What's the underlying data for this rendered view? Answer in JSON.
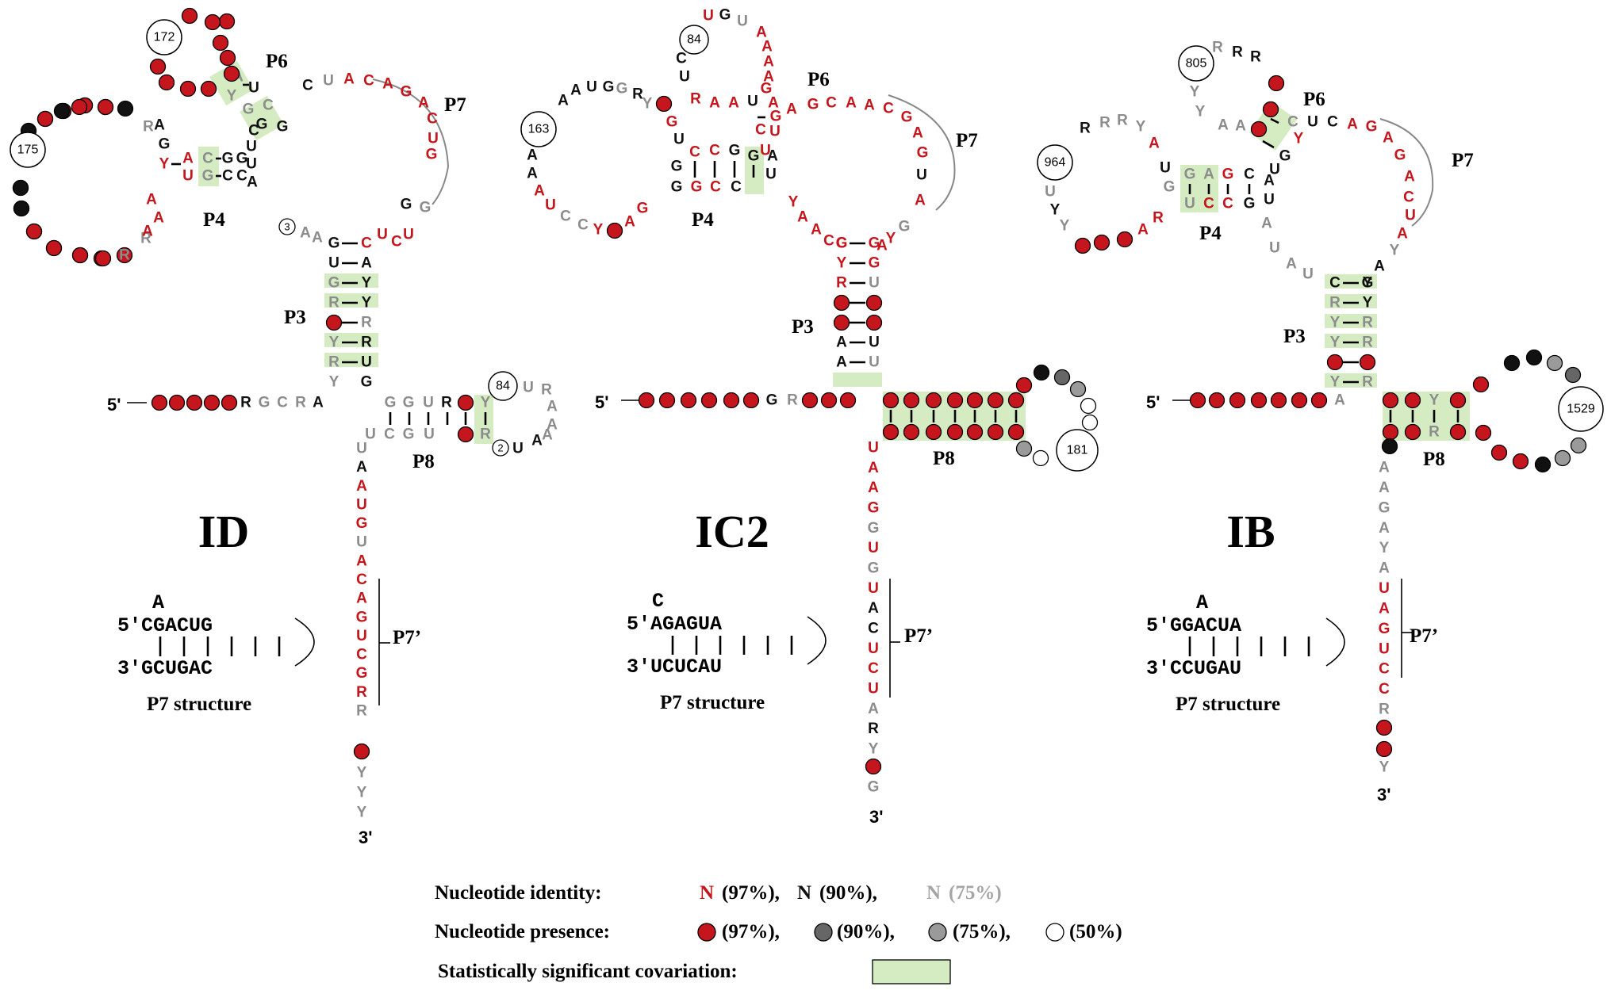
{
  "colors": {
    "red": "#c4161c",
    "black": "#111111",
    "gray": "#8c8c8c",
    "dot_red": "#c4161c",
    "dot_dark_gray": "#666666",
    "dot_gray": "#9a9a9a",
    "dot_white": "#ffffff",
    "covariation": "#d5ecc2"
  },
  "panels": [
    {
      "id": "ID",
      "title": "ID",
      "labels": {
        "P3": "P3",
        "P4": "P4",
        "P6": "P6",
        "P7": "P7",
        "P8": "P8",
        "P7p": "P7’"
      },
      "counts": [
        "172",
        "175",
        "84"
      ],
      "annot_small": [
        "3",
        "2"
      ],
      "five_prime": "5'",
      "three_prime": "3'",
      "p7_struct": {
        "bulge": "A",
        "top": "5'CGACUG",
        "bottom": "3'GCUGAC",
        "caption": "P7 structure"
      }
    },
    {
      "id": "IC2",
      "title": "IC2",
      "labels": {
        "P3": "P3",
        "P4": "P4",
        "P6": "P6",
        "P7": "P7",
        "P8": "P8",
        "P7p": "P7’"
      },
      "counts": [
        "84",
        "163",
        "181"
      ],
      "annot_small": [],
      "five_prime": "5'",
      "three_prime": "3'",
      "p7_struct": {
        "bulge": "C",
        "top": "5'AGAGUA",
        "bottom": "3'UCUCAU",
        "caption": "P7 structure"
      }
    },
    {
      "id": "IB",
      "title": "IB",
      "labels": {
        "P3": "P3",
        "P4": "P4",
        "P6": "P6",
        "P7": "P7",
        "P8": "P8",
        "P7p": "P7’"
      },
      "counts": [
        "805",
        "964",
        "1529"
      ],
      "annot_small": [],
      "five_prime": "5'",
      "three_prime": "3'",
      "p7_struct": {
        "bulge": "A",
        "top": "5'GGACUA",
        "bottom": "3'CCUGAU",
        "caption": "P7 structure"
      }
    }
  ],
  "legend": {
    "identity_label": "Nucleotide identity:",
    "identity_items": [
      {
        "symbol": "N",
        "text": "(97%),",
        "color": "red"
      },
      {
        "symbol": "N",
        "text": "(90%),",
        "color": "black"
      },
      {
        "symbol": "N",
        "text": "(75%)",
        "color": "gray"
      }
    ],
    "presence_label": "Nucleotide presence:",
    "presence_items": [
      {
        "text": "(97%),",
        "dot": "dot_red"
      },
      {
        "text": "(90%),",
        "dot": "dot_dark_gray"
      },
      {
        "text": "(75%),",
        "dot": "dot_gray"
      },
      {
        "text": "(50%)",
        "dot": "dot_white"
      }
    ],
    "covariation_label": "Statistically significant covariation:"
  }
}
